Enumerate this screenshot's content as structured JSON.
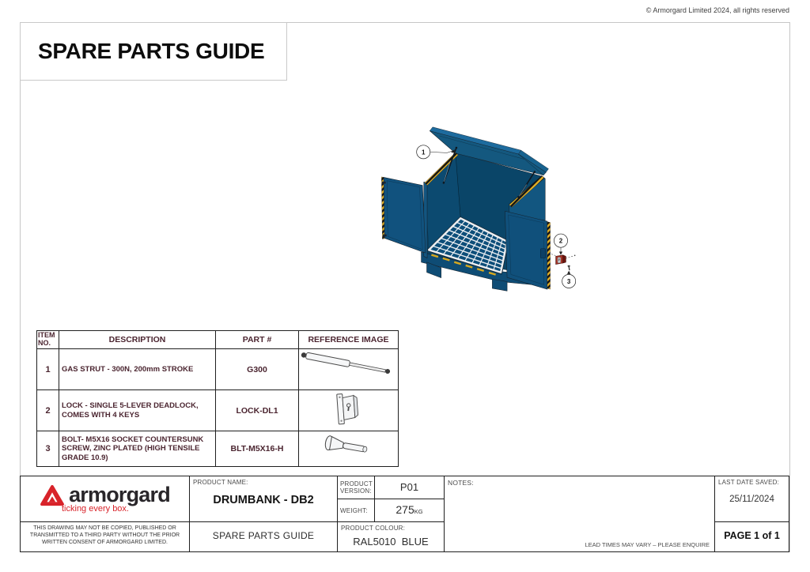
{
  "copyright": "© Armorgard Limited 2024, all rights reserved",
  "title": "SPARE PARTS GUIDE",
  "drawing": {
    "callouts": [
      "1",
      "2",
      "3"
    ]
  },
  "parts_table": {
    "headers": {
      "item": "ITEM NO.",
      "description": "DESCRIPTION",
      "part": "PART #",
      "image": "REFERENCE IMAGE"
    },
    "rows": [
      {
        "item": "1",
        "description": "GAS STRUT - 300N, 200mm STROKE",
        "part": "G300",
        "image": "gas-strut"
      },
      {
        "item": "2",
        "description": "LOCK - SINGLE 5-LEVER DEADLOCK, COMES WITH 4 KEYS",
        "part": "LOCK-DL1",
        "image": "deadlock"
      },
      {
        "item": "3",
        "description": "BOLT- M5X16 SOCKET COUNTERSUNK SCREW, ZINC PLATED (HIGH TENSILE GRADE 10.9)",
        "part": "BLT-M5X16-H",
        "image": "countersunk-bolt"
      }
    ]
  },
  "footer": {
    "brand": "armorgard",
    "tagline": "ticking every box.",
    "disclaimer": "THIS DRAWING MAY NOT BE COPIED, PUBLISHED OR TRANSMITTED TO A THIRD PARTY WITHOUT THE PRIOR WRITTEN CONSENT OF ARMORGARD LIMITED.",
    "product_name_label": "PRODUCT NAME:",
    "product_name": "DRUMBANK - DB2",
    "document_type": "SPARE PARTS GUIDE",
    "product_version_label": "PRODUCT VERSION:",
    "product_version": "P01",
    "weight_label": "WEIGHT:",
    "weight_value": "275",
    "weight_unit": "KG",
    "product_colour_label": "PRODUCT COLOUR:",
    "product_colour": "RAL5010  BLUE",
    "notes_label": "NOTES:",
    "lead_time_note": "LEAD TIMES MAY VARY – PLEASE ENQUIRE",
    "last_date_saved_label": "LAST DATE SAVED:",
    "last_date_saved": "25/11/2024",
    "page_label": "PAGE 1 of 1"
  },
  "colors": {
    "brand_red": "#d8232a",
    "cabinet_blue": "#0f527e",
    "hazard_yellow": "#e2af25",
    "table_text": "#4b2530"
  }
}
